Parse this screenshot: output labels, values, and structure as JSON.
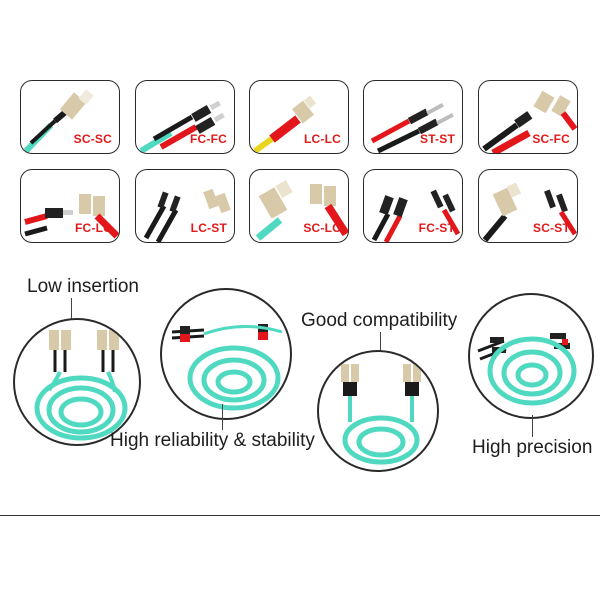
{
  "connectors": [
    {
      "label": "SC-SC"
    },
    {
      "label": "FC-FC"
    },
    {
      "label": "LC-LC"
    },
    {
      "label": "ST-ST"
    },
    {
      "label": "SC-FC"
    },
    {
      "label": "FC-LC"
    },
    {
      "label": "LC-ST"
    },
    {
      "label": "SC-LC"
    },
    {
      "label": "FC-ST"
    },
    {
      "label": "SC-ST"
    }
  ],
  "features": {
    "low_insertion": "Low insertion",
    "high_reliability": "High reliability & stability",
    "good_compatibility": "Good compatibility",
    "high_precision": "High precision"
  },
  "colors": {
    "cable_aqua": "#4fd9c0",
    "cable_red": "#e3161b",
    "cable_black": "#1a1a1a",
    "cable_yellow": "#e8d61e",
    "connector_beige": "#d8c9a8",
    "label_red": "#e11a1a"
  }
}
